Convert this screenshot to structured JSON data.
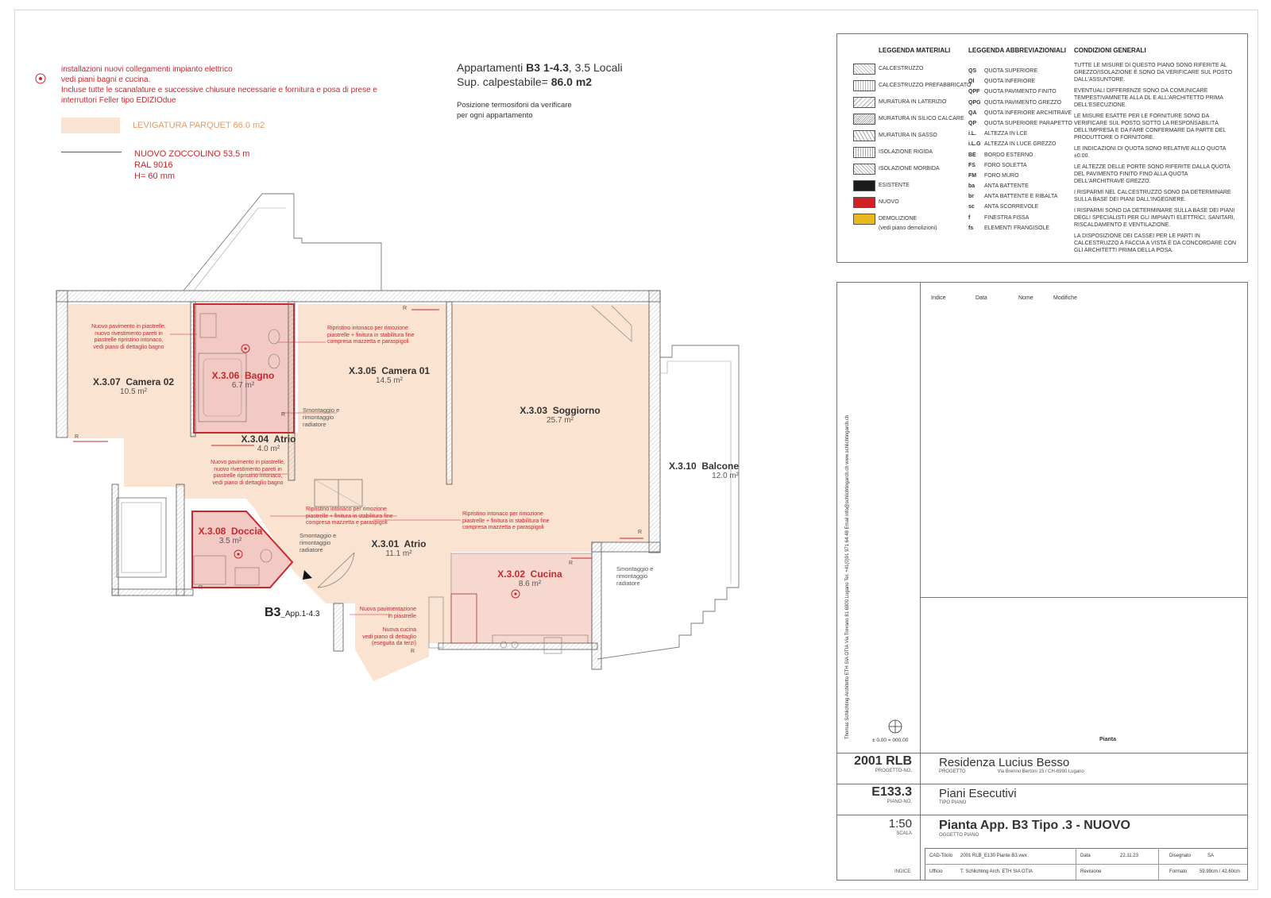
{
  "header": {
    "electrical_note": [
      "installazioni nuovi collegamenti impianto elettrico",
      "vedi piani bagni e cucina.",
      "Incluse tutte le scanalature e successive chiusure necessarie e fornitura e posa di prese e",
      "interruttori Feller tipo EDIZIOdue"
    ],
    "parquet_label": "LEVIGATURA PARQUET 66.0 m2",
    "skirting_lines": [
      "NUOVO ZOCCOLINO 53.5 m",
      "RAL 9016",
      "H= 60 mm"
    ],
    "apartment_prefix": "Appartamenti ",
    "apartment_code": "B3 1-4.3",
    "apartment_suffix": ", 3.5 Locali",
    "area_prefix": "Sup. calpestabile= ",
    "area_value": "86.0 m2",
    "radiator_note": [
      "Posizione termosifoni da verificare",
      "per ogni appartamento"
    ]
  },
  "legend": {
    "materials_title": "LEGGENDA MATERIALI",
    "materials": [
      "CALCESTRUZZO",
      "CALCESTRUZZO PREFABBRICATO",
      "MURATURA IN LATERIZIO",
      "MURATURA IN SILICO CALCARE",
      "MURATURA IN SASSO",
      "ISOLAZIONE RIGIDA",
      "ISOLAZIONE MORBIDA",
      "ESISTENTE",
      "NUOVO",
      "DEMOLIZIONE",
      "(vedi piano demolizioni)"
    ],
    "colors": {
      "existing": "#1a1a1a",
      "new": "#d42027",
      "demolition": "#e8b820",
      "parquet": "#fae3d1",
      "red_line": "#c8282d"
    },
    "abbr_title": "LEGGENDA ABBREVIAZIONIALI",
    "abbreviations": [
      {
        "k": "QS",
        "v": "QUOTA SUPERIORE"
      },
      {
        "k": "QI",
        "v": "QUOTA INFERIORE"
      },
      {
        "k": "QPF",
        "v": "QUOTA PAVIMENTO FINITO"
      },
      {
        "k": "QPG",
        "v": "QUOTA PAVIMENTO GREZZO"
      },
      {
        "k": "QA",
        "v": "QUOTA INFERIORE ARCHITRAVE"
      },
      {
        "k": "QP",
        "v": "QUOTA SUPERIORE PARAPETTO"
      },
      {
        "k": "i.L.",
        "v": "ALTEZZA IN LCE"
      },
      {
        "k": "i.L.G",
        "v": "ALTEZZA IN LUCE GREZZO"
      },
      {
        "k": "BE",
        "v": "BORDO ESTERNO"
      },
      {
        "k": "FS",
        "v": "FORO SOLETTA"
      },
      {
        "k": "FM",
        "v": "FORO MURO"
      },
      {
        "k": "ba",
        "v": "ANTA BATTENTE"
      },
      {
        "k": "br",
        "v": "ANTA BATTENTE E RIBALTA"
      },
      {
        "k": "sc",
        "v": "ANTA SCORREVOLE"
      },
      {
        "k": "f",
        "v": "FINESTRA FISSA"
      },
      {
        "k": "fs",
        "v": "ELEMENTI FRANGISOLE"
      }
    ],
    "conditions_title": "CONDIZIONI GENERALI",
    "conditions": [
      "TUTTE LE MISURE DI QUESTO PIANO SONO RIFERITE AL GREZZO/ISOLAZIONE E SONO DA VERIFICARE SUL POSTO DALL'ASSUNTORE.",
      "EVENTUALI DIFFERENZE SONO DA COMUNICARE TEMPESTIVAMNETE ALLA DL E ALL'ARCHITETTO PRIMA DELL'ESECUZIONE.",
      "LE MISURE ESATTE PER LE FORNITURE SONO DA VERIFICARE SUL POSTO SOTTO LA RESPONSABILITÀ DELL'IMPRESA E DA FARE CONFERMARE DA PARTE DEL PRODUTTORE O FORNITORE.",
      "LE INDICAZIONI DI QUOTA SONO RELATIVE ALLO QUOTA ±0.00.",
      "LE ALTEZZE DELLE PORTE SONO RIFERITE DALLA QUOTA DEL PAVIMENTO FINITO FINO ALLA QUOTA DELL'ARCHITRAVE GREZZO.",
      "I RISPARMI NEL CALCESTRUZZO SONO DA DETERMINARE SULLA BASE DEI PIANI DALL'INGEGNERE.",
      "I RISPARMI SONO DA DETERMINARE SULLA BASE DEI PIANI DEGLI SPECIALISTI PER GLI IMPIANTI ELETTRICI, SANITARI, RISCALDAMENTO E VENTILAZIONE.",
      "LA DISPOSIZIONE DEI CASSEI PER LE PARTI IN CALCESTRUZZO A FACCIA A VISTA È DA CONCORDARE CON GLI ARCHITETTI PRIMA DELLA POSA."
    ]
  },
  "plan": {
    "rooms": [
      {
        "id": "X.3.07",
        "name": "Camera 02",
        "area": "10.5 m²",
        "new": false
      },
      {
        "id": "X.3.06",
        "name": "Bagno",
        "area": "6.7 m²",
        "new": true
      },
      {
        "id": "X.3.05",
        "name": "Camera 01",
        "area": "14.5 m²",
        "new": false
      },
      {
        "id": "X.3.04",
        "name": "Atrio",
        "area": "4.0 m²",
        "new": false
      },
      {
        "id": "X.3.03",
        "name": "Soggiorno",
        "area": "25.7 m²",
        "new": false
      },
      {
        "id": "X.3.10",
        "name": "Balcone",
        "area": "12.0 m²",
        "new": false
      },
      {
        "id": "X.3.08",
        "name": "Doccia",
        "area": "3.5 m²",
        "new": true
      },
      {
        "id": "X.3.01",
        "name": "Atrio",
        "area": "11.1 m²",
        "new": false
      },
      {
        "id": "X.3.02",
        "name": "Cucina",
        "area": "8.6 m²",
        "new": true
      }
    ],
    "notes": {
      "bagno": [
        "Nuovo pavimento in piastrelle,",
        "nuovo rivestimento pareti in",
        "piastrelle ripristino intonaco,",
        "vedi piano di dettaglio bagno"
      ],
      "camera": [
        "Ripristino intonaco per rimozione",
        "piastrelle + finitura in stabilitura fine",
        "compresa mazzetta e paraspigoli"
      ],
      "radiator": [
        "Smontaggio e",
        "rimontaggio",
        "radiatore"
      ],
      "doccia": [
        "Nuovo pavimento in piastrelle,",
        "nuovo rivestimento pareti in",
        "piastrelle ripristino intonaco,",
        "vedi piano di dettaglio bagno"
      ],
      "atrio": [
        "Ripristino intonaco per rimozione",
        "piastrelle + finitura in stabilitura fine",
        "compresa mazzetta e paraspigoli"
      ],
      "soggiorno": [
        "Ripristino intonaco per rimozione",
        "piastrelle + finitura in stabilitura fine",
        "compresa mazzetta e paraspigoli"
      ],
      "new_floor": [
        "Nuova pavimentazione",
        "in piastrelle"
      ],
      "new_kitchen": [
        "Nuova cucina",
        "vedi piano di dettaglio",
        "(eseguita da terzi)"
      ]
    },
    "r_mark": "R",
    "unit_label": "B3",
    "unit_sub": "_App.1-4.3"
  },
  "titleblock": {
    "revision_headers": [
      "Indice",
      "Data",
      "Nome",
      "Modifiche"
    ],
    "sidebar_text": "Thomas Schlichting  Architetto ETH SIA OTIA   Via Trevano 81   6900 Lugano   Tel. +41(0)91 971 64 48   Email info@schlichtingarch.ch   www.schlichtingarch.ch",
    "zero_level": "± 0.00 = 000.00",
    "view_label": "Pianta",
    "project_no": "2001 RLB",
    "project_no_label": "PROGETTO-NO.",
    "project_name": "Residenza Lucius Besso",
    "project_label": "PROGETTO",
    "project_address": "Via Brenno Bertoni 15 / CH-6990 Lugano",
    "plan_no": "E133.3",
    "plan_no_label": "PIANO-NO.",
    "plan_type": "Piani Esecutivi",
    "plan_type_label": "TIPO PIANO",
    "scale": "1:50",
    "scale_label": "SCALA",
    "plan_object": "Pianta App. B3 Tipo .3 - NUOVO",
    "plan_object_label": "OGGETTO PIANO",
    "index_label": "INDICE",
    "cad_label": "CAD-Titolo",
    "cad_value": "2001 RLB_E130 Piante B3.vwx",
    "office_label": "Ufficio",
    "office_value": "T. Schlichting Arch. ETH SIA OTIA",
    "date_label": "Data",
    "date_value": "22.11.23",
    "revision_label": "Revisione",
    "drawn_label": "Disegnato",
    "drawn_value": "SA",
    "format_label": "Formato",
    "format_value": "59.99cm / 42.60cm"
  }
}
